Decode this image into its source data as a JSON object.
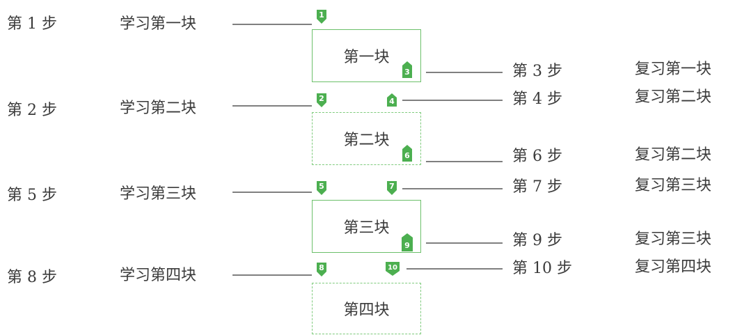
{
  "steps_left": [
    {
      "step": "第 1 步",
      "action": "学习第一块"
    },
    {
      "step": "第 2 步",
      "action": "学习第二块"
    },
    {
      "step": "第 5 步",
      "action": "学习第三块"
    },
    {
      "step": "第 8 步",
      "action": "学习第四块"
    }
  ],
  "steps_right": [
    {
      "step": "第 3 步",
      "action": "复习第一块"
    },
    {
      "step": "第 4 步",
      "action": "复习第二块"
    },
    {
      "step": "第 6 步",
      "action": "复习第二块"
    },
    {
      "step": "第 7 步",
      "action": "复习第三块"
    },
    {
      "step": "第 9 步",
      "action": "复习第三块"
    },
    {
      "step": "第 10 步",
      "action": "复习第四块"
    }
  ],
  "blocks": [
    {
      "label": "第一块",
      "style": "solid"
    },
    {
      "label": "第二块",
      "style": "dashed"
    },
    {
      "label": "第三块",
      "style": "solid"
    },
    {
      "label": "第四块",
      "style": "dashed"
    }
  ],
  "markers": [
    "1",
    "2",
    "3",
    "4",
    "5",
    "6",
    "7",
    "8",
    "9",
    "10"
  ],
  "colors": {
    "accent": "#4caf50",
    "line": "#333333",
    "text": "#3a3a3a"
  }
}
